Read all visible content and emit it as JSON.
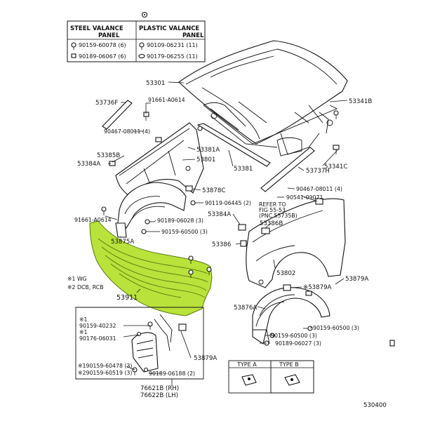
{
  "figure_id": "530400",
  "table": {
    "col1_line1": "STEEL VALANCE",
    "col1_line2": "PANEL",
    "col2_line1": "PLASTIC VALANCE",
    "col2_line2": "PANEL",
    "rows": [
      {
        "steel": "90159-60078 (6)",
        "plastic": "90109-06231 (11)"
      },
      {
        "steel": "90189-06067 (6)",
        "plastic": "90179-06255 (11)"
      }
    ]
  },
  "notes": {
    "n1": "※1 WG",
    "n2": "※2 DCB, RCB"
  },
  "refer": {
    "line1": "REFER TO",
    "line2": "FIG 55-53",
    "line3": "(PNC 55735B)"
  },
  "highlighted_part": "53911",
  "types": {
    "a": "TYPE A",
    "b": "TYPE B"
  },
  "labels": {
    "p53301": "53301",
    "p53341B": "53341B",
    "p53736F": "53736F",
    "p91661_top": "91661-A0614",
    "p90467_left": "90467-08011 (4)",
    "p53381A": "53381A",
    "p53385B": "53385B",
    "p53801": "53801",
    "p53384A_left": "53384A",
    "p53381": "53381",
    "p53341C": "53341C",
    "p53737H": "53737H",
    "p53878C": "53878C",
    "p90467_right": "90467-08011 (4)",
    "p90541": "90541-09071",
    "p90119": "90119-06445 (2)",
    "p91661_left": "91661-A0614",
    "p90189_06028": "90189-06028 (3)",
    "p53384A_right": "53384A",
    "p90159_60500_mid": "90159-60500 (3)",
    "p53386B": "53386B",
    "p53875A": "53875A",
    "p53386": "53386",
    "p53802": "53802",
    "p53879A_top": "53879A",
    "p53879A_mid": "※53879A",
    "p53876A": "53876A",
    "p90159_60500_r1": "90159-60500 (3)",
    "p90159_60500_r2": "90159-60500 (3)",
    "p90189_06027": "90189-06027 (3)",
    "p90159_40232": "90159-40232",
    "p90176_06031": "90176-06031",
    "p90159_60478": "※190159-60478 (3)",
    "p90159_60519": "※290159-60519 (3)",
    "p90189_06188": "90189-06188 (2)",
    "p53879A_bot": "53879A",
    "p76621B": "76621B (RH)",
    "p76622B": "76622B (LH)",
    "p_star1a": "※1",
    "p_star1b": "※1"
  }
}
